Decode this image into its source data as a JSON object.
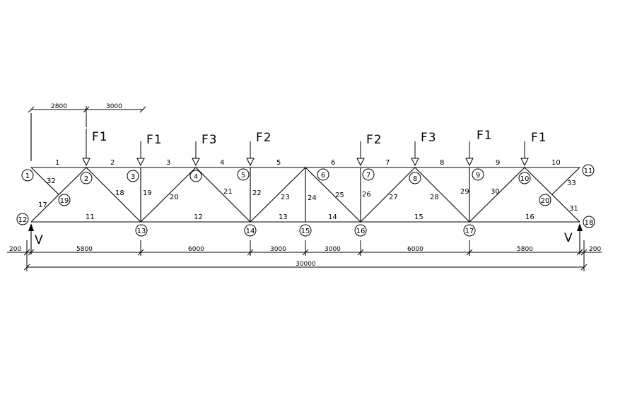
{
  "diagram": {
    "top_nodes": [
      "1",
      "2",
      "3",
      "4",
      "5",
      "6",
      "7",
      "8",
      "9",
      "10",
      "11"
    ],
    "bottom_nodes": [
      "12",
      "13",
      "14",
      "15",
      "16",
      "17",
      "18"
    ],
    "extra_nodes": [
      "19",
      "20"
    ],
    "top_chord_members": [
      "1",
      "2",
      "3",
      "4",
      "5",
      "6",
      "7",
      "8",
      "9",
      "10"
    ],
    "bottom_chord_members": [
      "11",
      "12",
      "13",
      "14",
      "15",
      "16"
    ],
    "web_members": [
      "17",
      "18",
      "19",
      "20",
      "21",
      "22",
      "23",
      "24",
      "25",
      "26",
      "27",
      "28",
      "29",
      "30",
      "31",
      "32",
      "33"
    ],
    "loads": [
      "F1",
      "F1",
      "F3",
      "F2",
      "F2",
      "F3",
      "F1",
      "F1"
    ],
    "support_labels": [
      "V",
      "V"
    ],
    "top_dims": [
      "2800",
      "3000"
    ],
    "bottom_dims": [
      "200",
      "5800",
      "6000",
      "3000",
      "3000",
      "6000",
      "5800",
      "200"
    ],
    "total_dim": "30000"
  }
}
